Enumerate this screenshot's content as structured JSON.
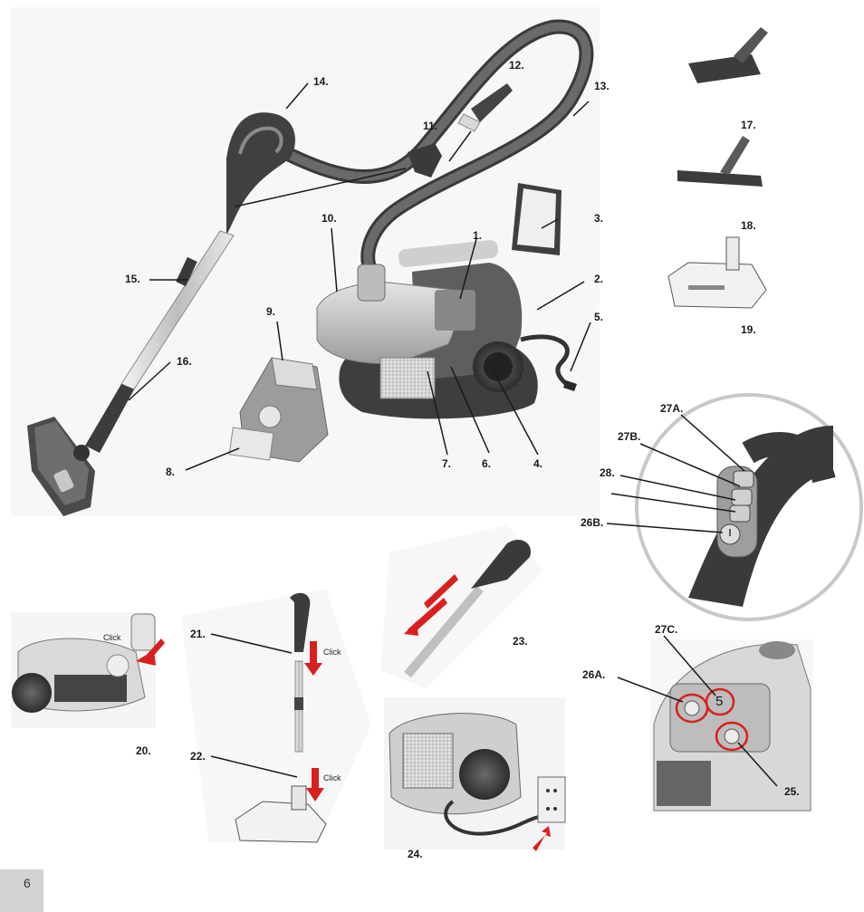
{
  "page_number": "6",
  "click_label": "Click",
  "labels": {
    "l1": "1.",
    "l2": "2.",
    "l3": "3.",
    "l4": "4.",
    "l5": "5.",
    "l6": "6.",
    "l7": "7.",
    "l8": "8.",
    "l9": "9.",
    "l10": "10.",
    "l11": "11.",
    "l12": "12.",
    "l13": "13.",
    "l14": "14.",
    "l15": "15.",
    "l16": "16.",
    "l17": "17.",
    "l18": "18.",
    "l19": "19.",
    "l20": "20.",
    "l21": "21.",
    "l22": "22.",
    "l23": "23.",
    "l24": "24.",
    "l25": "25.",
    "l26a": "26A.",
    "l26b": "26B.",
    "l27a": "27A.",
    "l27b": "27B.",
    "l27c": "27C.",
    "l28": "28."
  },
  "display_digit": "5",
  "colors": {
    "arrow_red": "#d82020",
    "plastic_dark": "#3d3d3d",
    "plastic_light": "#cfcfcf"
  }
}
